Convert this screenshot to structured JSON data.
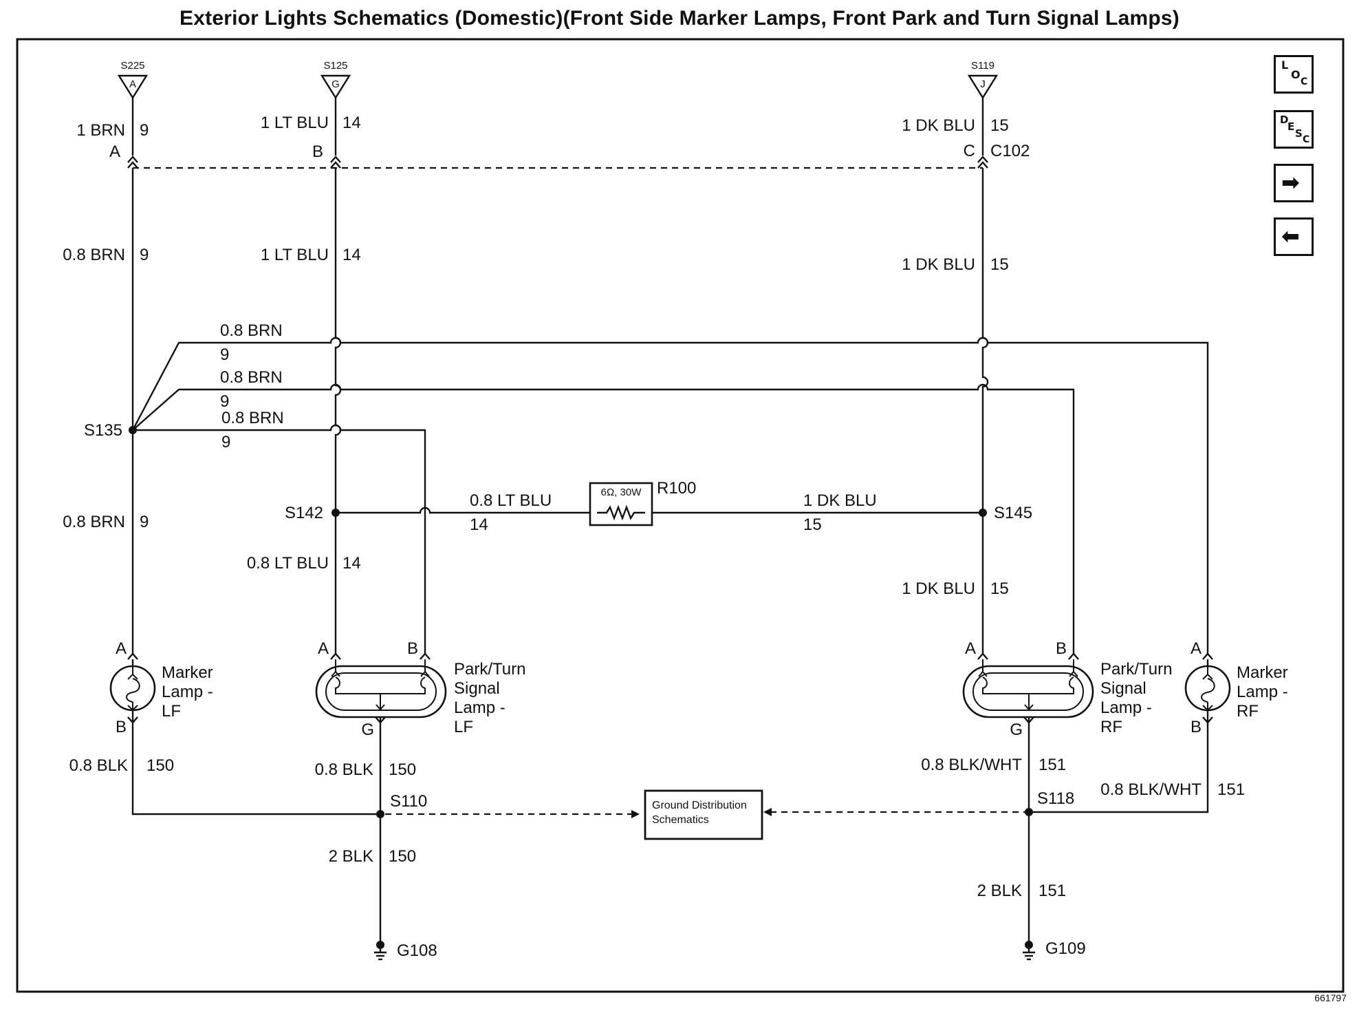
{
  "title": "Exterior Lights Schematics (Domestic)(Front Side Marker Lamps, Front Park and Turn Signal Lamps)",
  "figure_number": "661797",
  "nav_buttons": {
    "loc": {
      "letters": [
        "L",
        "O",
        "C"
      ],
      "icon": "loc-icon"
    },
    "desc": {
      "letters": [
        "D",
        "E",
        "S",
        "C"
      ],
      "icon": "desc-icon"
    },
    "next": {
      "glyph": "➡",
      "icon": "arrow-right-icon"
    },
    "prev": {
      "glyph": "⬅",
      "icon": "arrow-left-icon"
    }
  },
  "splice_packs": {
    "s225": {
      "name": "S225",
      "pin": "A"
    },
    "s125": {
      "name": "S125",
      "pin": "G"
    },
    "s119": {
      "name": "S119",
      "pin": "J"
    }
  },
  "connector": {
    "name": "C102",
    "pins": [
      "A",
      "B",
      "C"
    ]
  },
  "wires": {
    "brn_top": {
      "label": "1 BRN",
      "circuit": "9"
    },
    "ltblu_top": {
      "label": "1 LT BLU",
      "circuit": "14"
    },
    "dkblu_top": {
      "label": "1 DK BLU",
      "circuit": "15"
    },
    "brn_mid": {
      "label": "0.8 BRN",
      "circuit": "9"
    },
    "ltblu_mid": {
      "label": "1 LT BLU",
      "circuit": "14"
    },
    "dkblu_mid": {
      "label": "1 DK BLU",
      "circuit": "15"
    },
    "brn_branch1": {
      "label": "0.8 BRN",
      "circuit": "9"
    },
    "brn_branch2": {
      "label": "0.8 BRN",
      "circuit": "9"
    },
    "brn_branch3": {
      "label": "0.8 BRN",
      "circuit": "9"
    },
    "brn_lower": {
      "label": "0.8 BRN",
      "circuit": "9"
    },
    "ltblu_res": {
      "label": "0.8 LT BLU",
      "circuit": "14"
    },
    "dkblu_res": {
      "label": "1 DK BLU",
      "circuit": "15"
    },
    "ltblu_lower": {
      "label": "0.8 LT BLU",
      "circuit": "14"
    },
    "dkblu_lower": {
      "label": "1 DK BLU",
      "circuit": "15"
    },
    "blk_marker_lf": {
      "label": "0.8 BLK",
      "circuit": "150"
    },
    "blk_park_lf": {
      "label": "0.8 BLK",
      "circuit": "150"
    },
    "blkwht_park_rf": {
      "label": "0.8 BLK/WHT",
      "circuit": "151"
    },
    "blkwht_marker_rf": {
      "label": "0.8 BLK/WHT",
      "circuit": "151"
    },
    "blk_g108": {
      "label": "2 BLK",
      "circuit": "150"
    },
    "blk_g109": {
      "label": "2 BLK",
      "circuit": "151"
    }
  },
  "splices": {
    "s135": "S135",
    "s142": "S142",
    "s145": "S145",
    "s110": "S110",
    "s118": "S118"
  },
  "resistor": {
    "name": "R100",
    "rating": "6Ω, 30W"
  },
  "grounds": {
    "g108": "G108",
    "g109": "G109"
  },
  "ground_distribution": {
    "line1": "Ground Distribution",
    "line2": "Schematics"
  },
  "lamps": {
    "marker_lf": {
      "lines": [
        "Marker",
        "Lamp -",
        "LF"
      ],
      "pin_top": "A",
      "pin_bottom": "B"
    },
    "park_lf": {
      "lines": [
        "Park/Turn",
        "Signal",
        "Lamp -",
        "LF"
      ],
      "pin_a": "A",
      "pin_b": "B",
      "pin_g": "G"
    },
    "park_rf": {
      "lines": [
        "Park/Turn",
        "Signal",
        "Lamp -",
        "RF"
      ],
      "pin_a": "A",
      "pin_b": "B",
      "pin_g": "G"
    },
    "marker_rf": {
      "lines": [
        "Marker",
        "Lamp -",
        "RF"
      ],
      "pin_top": "A",
      "pin_bottom": "B"
    }
  }
}
